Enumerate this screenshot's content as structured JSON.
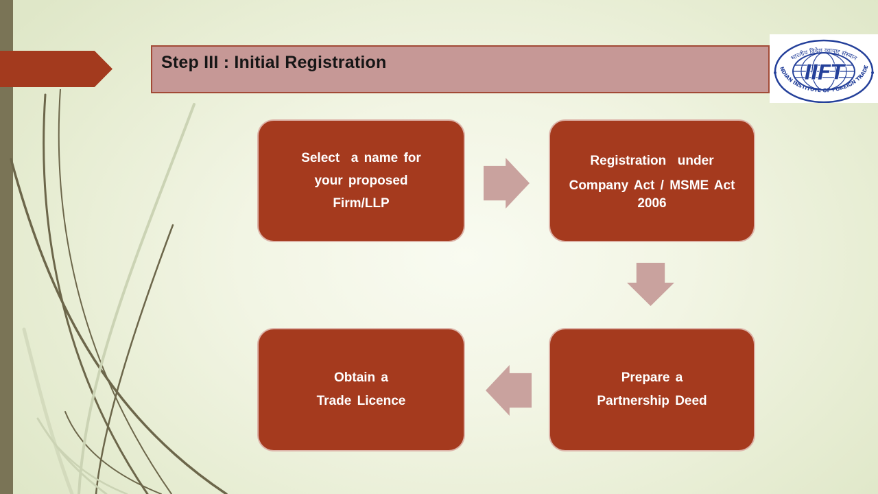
{
  "title": {
    "text": "Step III : Initial Registration"
  },
  "boxes": [
    {
      "name": "select-name",
      "position": "top-left",
      "lines": [
        "Select  a name for",
        "your proposed",
        "Firm/LLP"
      ]
    },
    {
      "name": "registration",
      "position": "top-right",
      "lines": [
        "Registration  under",
        "Company Act / MSME Act 2006"
      ]
    },
    {
      "name": "obtain-trade-licence",
      "position": "bottom-left",
      "lines": [
        "Obtain a",
        "Trade Licence"
      ]
    },
    {
      "name": "prepare-partnership-deed",
      "position": "bottom-right",
      "lines": [
        "Prepare a",
        "Partnership Deed"
      ]
    }
  ],
  "flow": {
    "arrows": [
      {
        "direction": "right",
        "from": "select-name",
        "to": "registration"
      },
      {
        "direction": "down",
        "from": "registration",
        "to": "prepare-partnership-deed"
      },
      {
        "direction": "left",
        "from": "prepare-partnership-deed",
        "to": "obtain-trade-licence"
      }
    ]
  },
  "logo": {
    "acronym": "IIFT",
    "hindi_text": "भारतीय विदेश व्यापार संस्थान",
    "english_text": "INDIAN INSTITUTE OF FOREIGN TRADE"
  },
  "colors": {
    "box_red": "#a53a1e",
    "title_bar_pink": "#c69896",
    "title_bar_border": "#a24a36",
    "flow_arrow_pink": "#c9a29e",
    "left_stripe_olive": "#7a7456",
    "grass_dark": "#6c664a",
    "grass_light": "#cbd3b4",
    "background_green": "#e9efd8",
    "logo_blue": "#24409a"
  }
}
